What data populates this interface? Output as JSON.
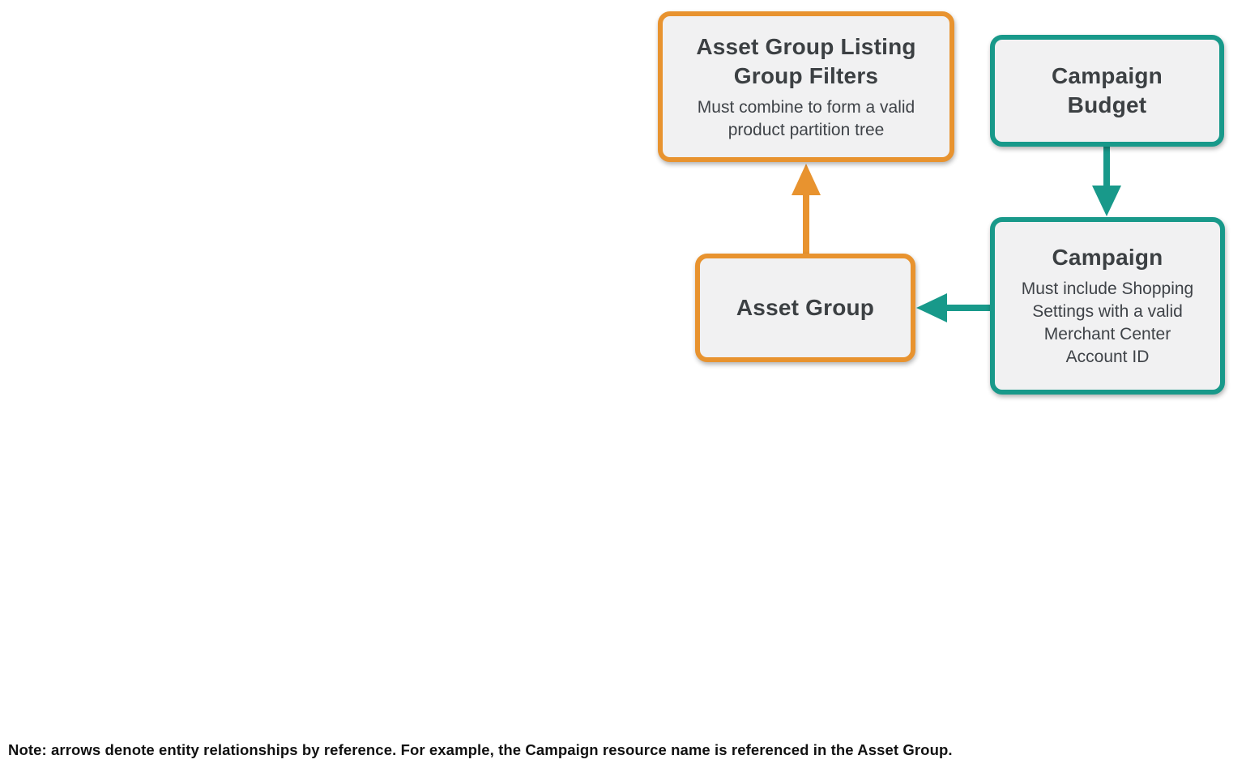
{
  "colors": {
    "orange": "#E8932F",
    "teal": "#18998A",
    "box_fill": "#F1F1F2",
    "title_text": "#3C4043",
    "body_text": "#3F4348",
    "note_text": "#111111"
  },
  "diagram": {
    "nodes": {
      "listing_filters": {
        "title": "Asset Group Listing Group Filters",
        "subtitle": "Must combine to form a valid product partition tree",
        "accent": "orange"
      },
      "campaign_budget": {
        "title": "Campaign Budget",
        "accent": "teal"
      },
      "asset_group": {
        "title": "Asset Group",
        "accent": "orange"
      },
      "campaign": {
        "title": "Campaign",
        "subtitle": "Must include Shopping Settings with a valid Merchant Center Account ID",
        "accent": "teal"
      }
    },
    "arrows": [
      {
        "from": "asset_group",
        "to": "listing_filters",
        "color": "orange",
        "direction": "up"
      },
      {
        "from": "campaign_budget",
        "to": "campaign",
        "color": "teal",
        "direction": "down"
      },
      {
        "from": "campaign",
        "to": "asset_group",
        "color": "teal",
        "direction": "left"
      }
    ]
  },
  "note": "Note: arrows denote entity relationships by reference. For example, the Campaign resource name is referenced in the Asset Group."
}
